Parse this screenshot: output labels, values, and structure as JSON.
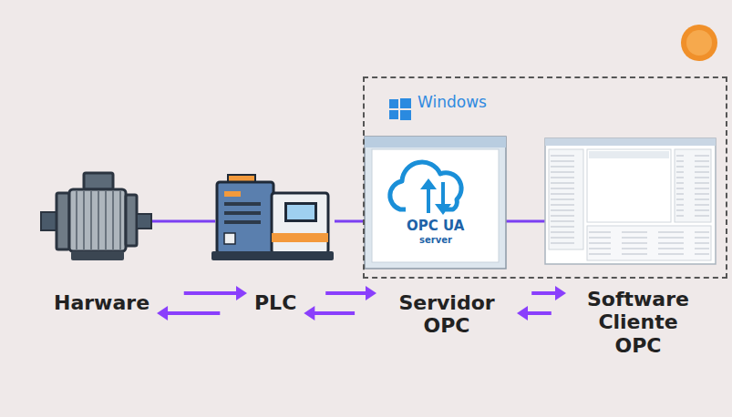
{
  "diagram": {
    "nodes": [
      {
        "text": [
          "Windows"
        ]
      },
      {
        "text": [
          "Harware"
        ]
      },
      {
        "text": [
          "PLC"
        ]
      },
      {
        "text": [
          "Servidor OPC"
        ]
      },
      {
        "text": [
          "Software Cliente OPC"
        ]
      }
    ],
    "edges": [
      {
        "from": 1,
        "to": 2,
        "arrow": "both"
      },
      {
        "from": 2,
        "to": 3,
        "arrow": "both"
      },
      {
        "from": 3,
        "to": 4,
        "arrow": "both"
      }
    ],
    "labels": [
      "OPC UA",
      "server"
    ]
  }
}
